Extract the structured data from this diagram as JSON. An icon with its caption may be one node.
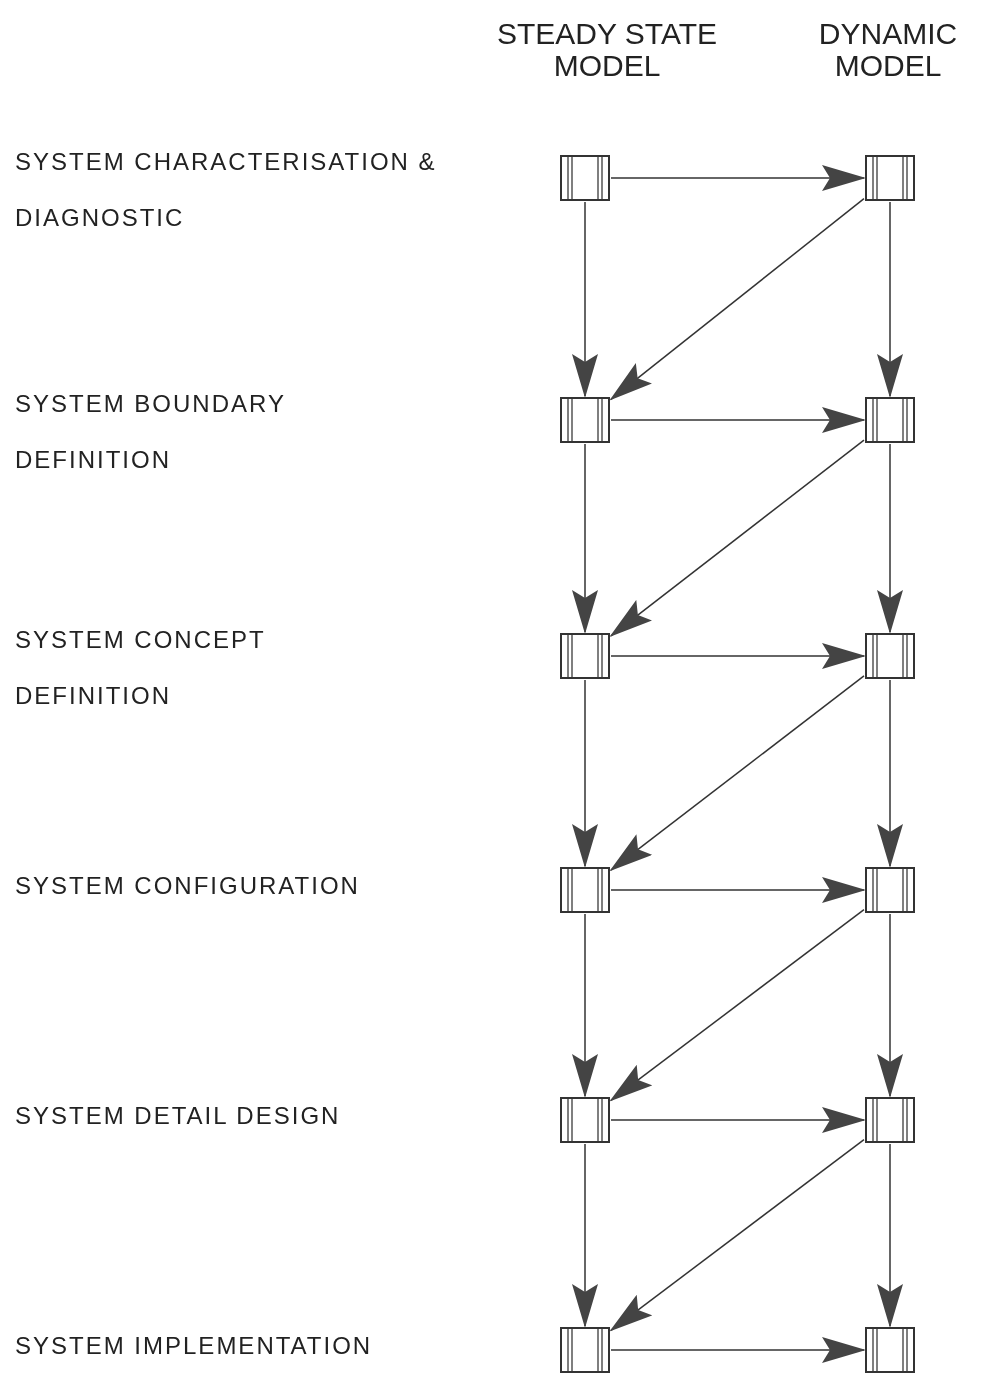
{
  "diagram": {
    "nodes": [
      {
        "text": [],
        "shape": "box"
      },
      {
        "text": [],
        "shape": "box"
      },
      {
        "text": [],
        "shape": "box"
      },
      {
        "text": [],
        "shape": "box"
      },
      {
        "text": [],
        "shape": "box"
      },
      {
        "text": [],
        "shape": "box"
      },
      {
        "text": [],
        "shape": "box"
      },
      {
        "text": [],
        "shape": "box"
      },
      {
        "text": [],
        "shape": "box"
      },
      {
        "text": [],
        "shape": "box"
      },
      {
        "text": [],
        "shape": "box"
      },
      {
        "text": [],
        "shape": "box"
      }
    ],
    "edges": [
      {
        "from": 0,
        "to": 1,
        "arrow": "to"
      },
      {
        "from": 0,
        "to": 2,
        "arrow": "to"
      },
      {
        "from": 1,
        "to": 2,
        "arrow": "to"
      },
      {
        "from": 1,
        "to": 3,
        "arrow": "to"
      },
      {
        "from": 2,
        "to": 3,
        "arrow": "to"
      },
      {
        "from": 2,
        "to": 4,
        "arrow": "to"
      },
      {
        "from": 3,
        "to": 4,
        "arrow": "to"
      },
      {
        "from": 3,
        "to": 5,
        "arrow": "to"
      },
      {
        "from": 4,
        "to": 5,
        "arrow": "to"
      },
      {
        "from": 4,
        "to": 6,
        "arrow": "to"
      },
      {
        "from": 5,
        "to": 6,
        "arrow": "to"
      },
      {
        "from": 5,
        "to": 7,
        "arrow": "to"
      },
      {
        "from": 6,
        "to": 7,
        "arrow": "to"
      },
      {
        "from": 6,
        "to": 8,
        "arrow": "to"
      },
      {
        "from": 7,
        "to": 8,
        "arrow": "to"
      },
      {
        "from": 7,
        "to": 9,
        "arrow": "to"
      },
      {
        "from": 8,
        "to": 9,
        "arrow": "to"
      },
      {
        "from": 8,
        "to": 10,
        "arrow": "to"
      },
      {
        "from": 9,
        "to": 10,
        "arrow": "to"
      },
      {
        "from": 9,
        "to": 11,
        "arrow": "to"
      },
      {
        "from": 10,
        "to": 11,
        "arrow": "to"
      }
    ],
    "labels": [
      "STEADY STATE MODEL",
      "DYNAMIC MODEL",
      "SYSTEM CHARACTERISATION & DIAGNOSTIC",
      "SYSTEM BOUNDARY DEFINITION",
      "SYSTEM CONCEPT DEFINITION",
      "SYSTEM CONFIGURATION",
      "SYSTEM DETAIL DESIGN",
      "SYSTEM IMPLEMENTATION"
    ]
  }
}
